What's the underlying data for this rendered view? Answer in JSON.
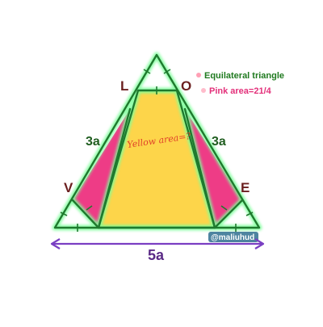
{
  "figure": {
    "vertex_labels": {
      "L": "L",
      "O": "O",
      "V": "V",
      "E": "E"
    },
    "side_labels": {
      "left": "3a",
      "right": "3a",
      "base": "5a"
    },
    "legend": {
      "line1": "Equilateral triangle",
      "line2": "Pink area=21/4"
    },
    "question": "Yellow area=?",
    "watermark": "@maliuhud",
    "colors": {
      "outline": "#1f7a2e",
      "glow": "#7dff9a",
      "pink": "#ee3c86",
      "yellow": "#fdd54a",
      "base_arrow": "#7a3fc2",
      "base_arrow_glow": "#d6b8ff",
      "legend_dot": "#ff8fa8"
    }
  }
}
